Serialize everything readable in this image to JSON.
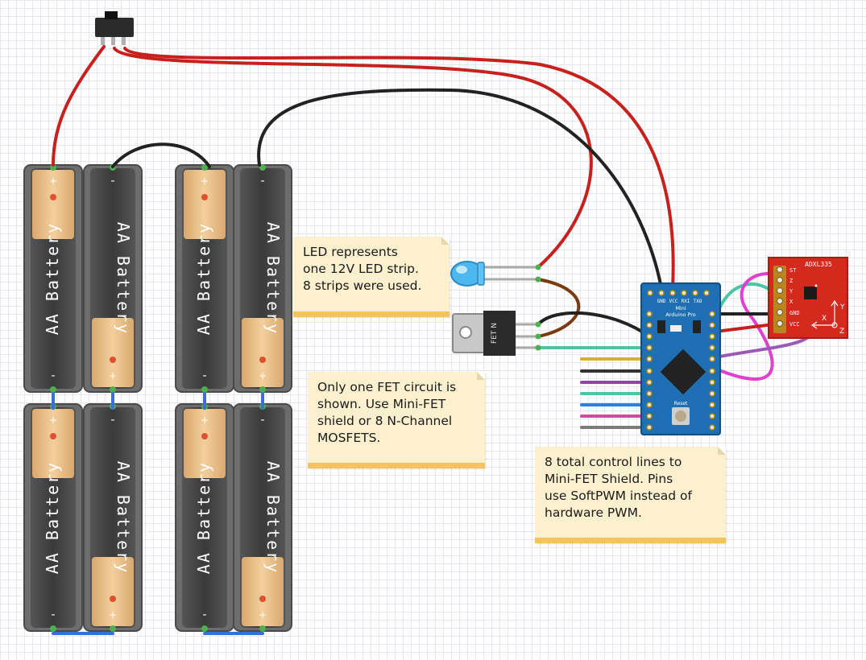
{
  "batteries": [
    {
      "label": "AA Battery",
      "plus": "+",
      "minus": "-"
    },
    {
      "label": "AA Battery",
      "plus": "+",
      "minus": "-"
    },
    {
      "label": "AA Battery",
      "plus": "+",
      "minus": "-"
    },
    {
      "label": "AA Battery",
      "plus": "+",
      "minus": "-"
    },
    {
      "label": "AA Battery",
      "plus": "+",
      "minus": "-"
    },
    {
      "label": "AA Battery",
      "plus": "+",
      "minus": "-"
    },
    {
      "label": "AA Battery",
      "plus": "+",
      "minus": "-"
    },
    {
      "label": "AA Battery",
      "plus": "+",
      "minus": "-"
    }
  ],
  "notes": {
    "led_note": [
      "LED represents",
      "one 12V LED strip.",
      "8 strips were used."
    ],
    "fet_note": [
      "Only one FET circuit is",
      "shown. Use Mini-FET",
      "shield or 8 N-Channel",
      "MOSFETS."
    ],
    "control_note": [
      "8 total control lines to",
      "Mini-FET Shield. Pins",
      "use SoftPWM instead of",
      "hardware PWM."
    ]
  },
  "fet_label": "FET N",
  "arduino": {
    "name_line1": "Mini",
    "name_line2": "Arduino Pro",
    "top_pins": [
      "GND",
      "VCC",
      "RXI",
      "TXO"
    ],
    "reset_label": "Reset"
  },
  "accelerometer": {
    "name": "ADXL335",
    "pins": [
      "ST",
      "Z",
      "Y",
      "X",
      "GND",
      "VCC"
    ],
    "axes": [
      "Y",
      "X",
      "Z"
    ]
  },
  "colors": {
    "wire_red": "#c7201d",
    "wire_black": "#222222",
    "wire_brown": "#7a3b10",
    "wire_teal": "#4bc5a4",
    "wire_purple": "#9b59b6",
    "wire_magenta": "#e040d0",
    "wire_blue": "#3a6fd8",
    "board_blue": "#1e6fb3",
    "sensor_red": "#d42a1e",
    "led_blue": "#4db8ef",
    "note_fill": "#fdf0cf",
    "note_bar": "#f5c35b"
  },
  "icons": [
    "power-switch-icon",
    "led-icon",
    "mosfet-icon",
    "battery-icon",
    "microcontroller-icon",
    "accelerometer-icon"
  ]
}
